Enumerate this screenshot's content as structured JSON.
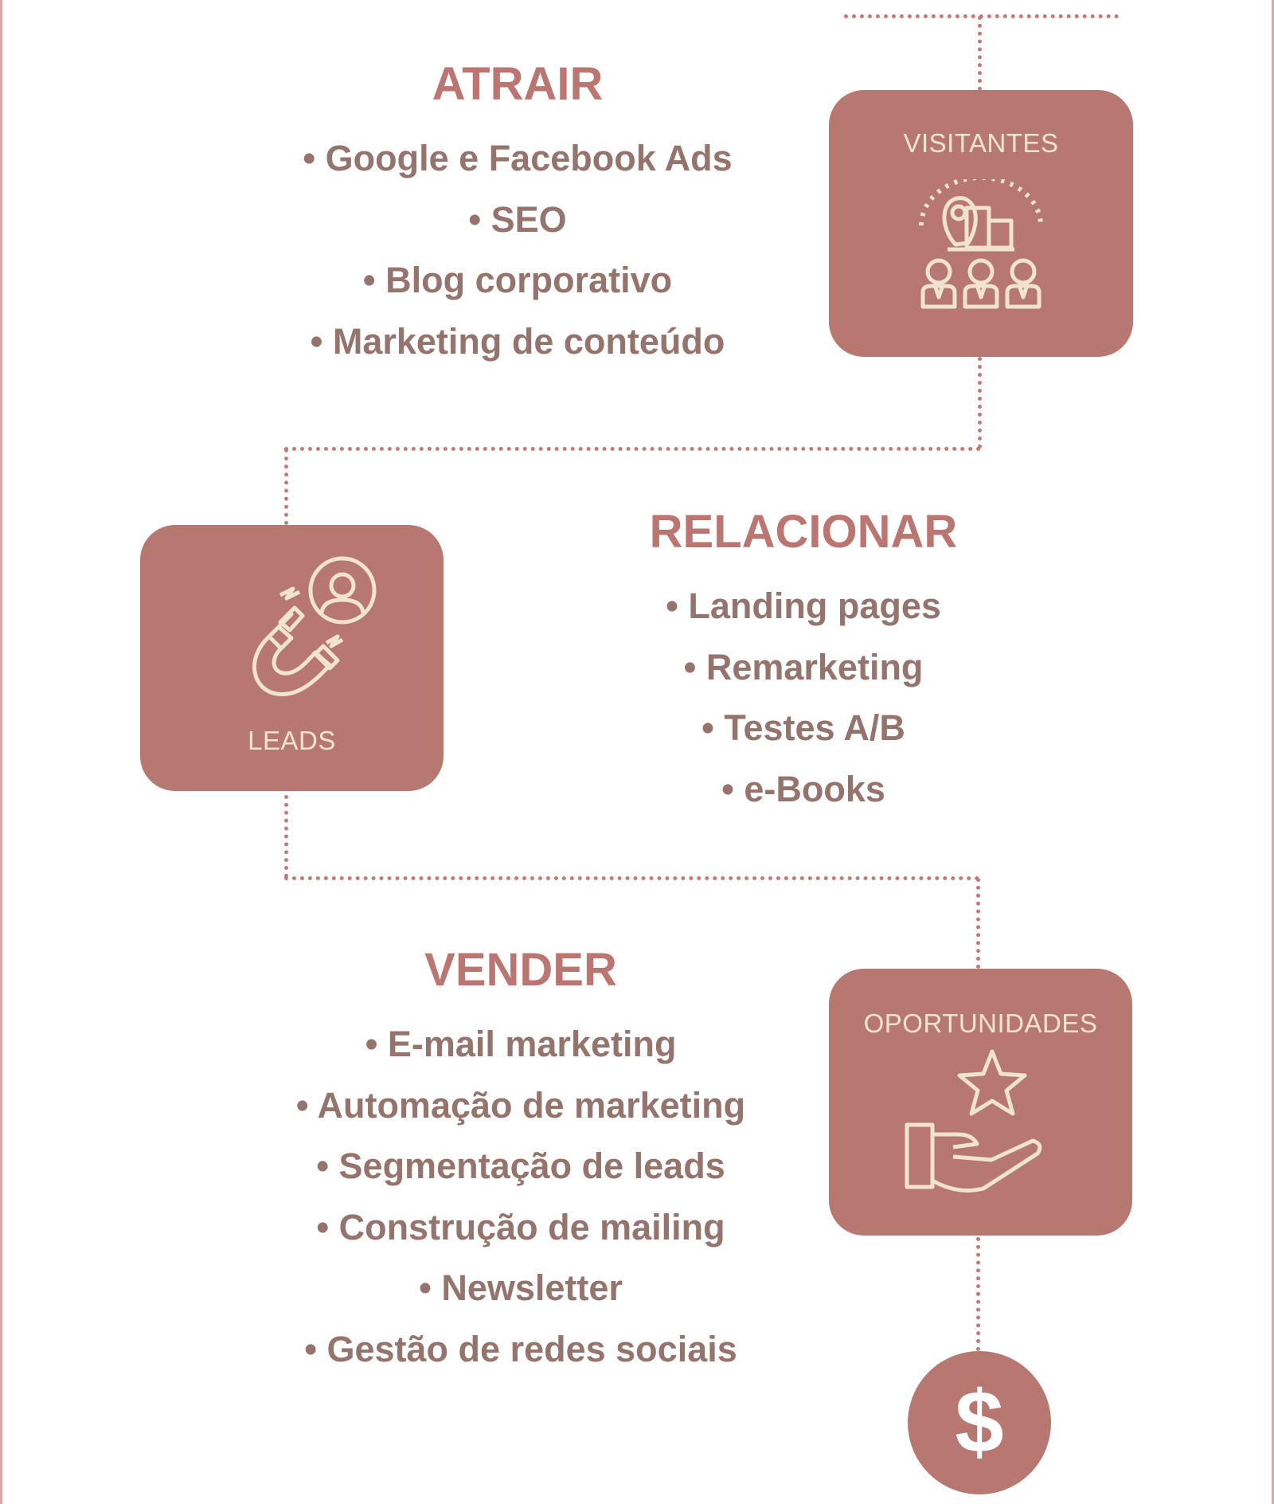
{
  "colors": {
    "box": "#b77872",
    "title": "#bb7672",
    "item": "#94746c",
    "icon": "#f1e4cf",
    "connector": "#c07c76"
  },
  "stages": [
    {
      "title": "ATRAIR",
      "items": [
        "• Google e Facebook Ads",
        "• SEO",
        "• Blog corporativo",
        "• Marketing de conteúdo"
      ],
      "box_label": "VISITANTES",
      "icon": "visitors-location-icon"
    },
    {
      "title": "RELACIONAR",
      "items": [
        "• Landing pages",
        "• Remarketing",
        "• Testes A/B",
        "• e-Books"
      ],
      "box_label": "LEADS",
      "icon": "magnet-user-icon"
    },
    {
      "title": "VENDER",
      "items": [
        "• E-mail marketing",
        "• Automação de marketing",
        "• Segmentação de leads",
        "• Construção de mailing",
        "• Newsletter",
        "• Gestão de redes sociais"
      ],
      "box_label": "OPORTUNIDADES",
      "icon": "hand-star-icon"
    }
  ],
  "final": {
    "symbol": "$",
    "icon": "dollar-icon"
  }
}
